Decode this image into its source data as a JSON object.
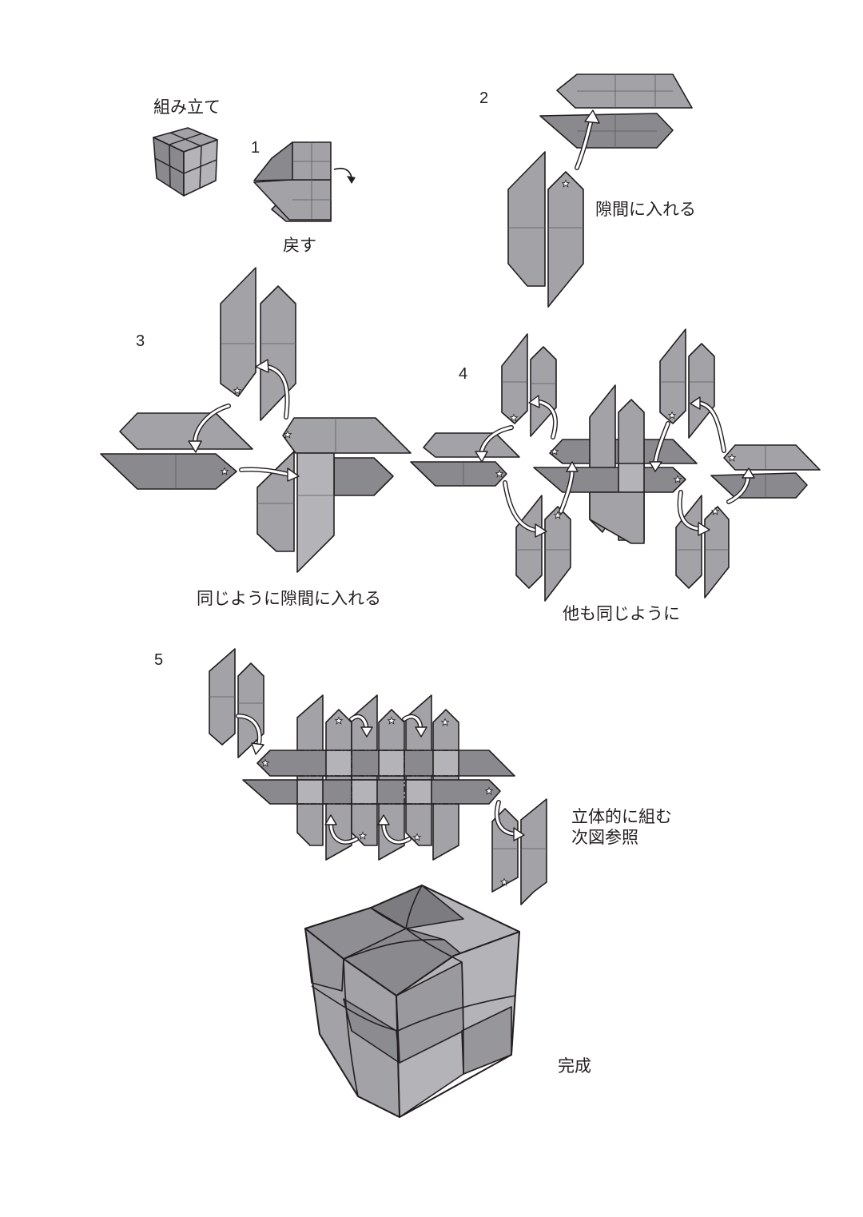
{
  "labels": {
    "assembly": "組み立て",
    "step1_caption": "戻す",
    "step2_caption": "隙間に入れる",
    "step3_caption": "同じように隙間に入れる",
    "step4_caption": "他も同じように",
    "step5_caption_line1": "立体的に組む",
    "step5_caption_line2": "次図参照",
    "complete": "完成"
  },
  "steps": {
    "s1": "1",
    "s2": "2",
    "s3": "3",
    "s4": "4",
    "s5": "5"
  },
  "colors": {
    "dark_gray": "#8a898e",
    "mid_gray": "#a3a2a7",
    "light_gray": "#b4b3b8",
    "outline": "#231f20"
  }
}
